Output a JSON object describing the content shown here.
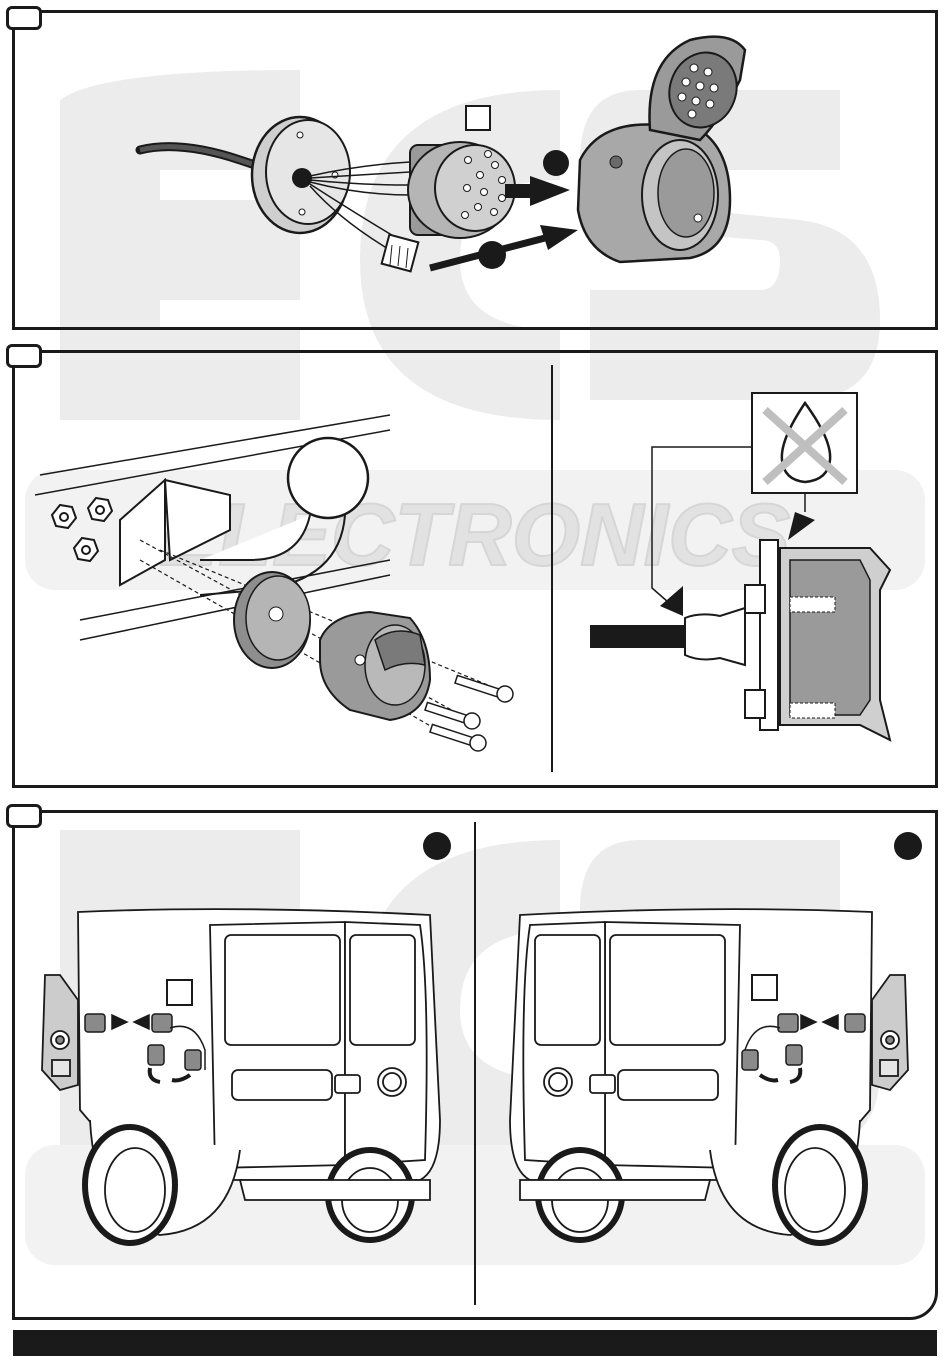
{
  "steps": [
    {
      "id": "step-1",
      "content": "socket-assembly-exploded"
    },
    {
      "id": "step-2",
      "content": "towbar-socket-mounting"
    },
    {
      "id": "step-3",
      "content": "rear-light-connectors"
    }
  ],
  "watermark": {
    "logo": "ECS",
    "text": "ELECTRONICS",
    "color": "#e9e9e9"
  },
  "icons": [
    "no-grease-icon",
    "direction-arrow-icon",
    "step-marker-icon"
  ],
  "colors": {
    "line": "#1a1a1a",
    "fill_dark": "#8a8a8a",
    "fill_mid": "#bdbdbd",
    "fill_light": "#e3e3e3",
    "paper": "#ffffff"
  }
}
